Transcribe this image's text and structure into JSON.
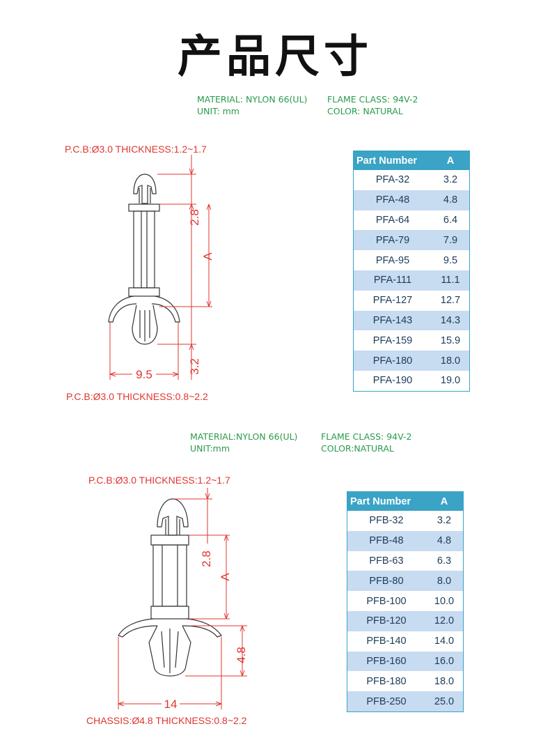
{
  "title": "产品尺寸",
  "section1": {
    "material": "MATERIAL: NYLON 66(UL)",
    "flame": "FLAME CLASS: 94V-2",
    "unit": "UNIT: mm",
    "color": "COLOR: NATURAL",
    "top_note": "P.C.B:Ø3.0  THICKNESS:1.2~1.7",
    "bottom_note": "P.C.B:Ø3.0  THICKNESS:0.8~2.2",
    "dims": {
      "top": "2.8",
      "middle": "A",
      "tip": "3.2",
      "width": "9.5"
    },
    "table": {
      "headers": [
        "Part Number",
        "A"
      ],
      "rows": [
        [
          "PFA-32",
          "3.2"
        ],
        [
          "PFA-48",
          "4.8"
        ],
        [
          "PFA-64",
          "6.4"
        ],
        [
          "PFA-79",
          "7.9"
        ],
        [
          "PFA-95",
          "9.5"
        ],
        [
          "PFA-111",
          "11.1"
        ],
        [
          "PFA-127",
          "12.7"
        ],
        [
          "PFA-143",
          "14.3"
        ],
        [
          "PFA-159",
          "15.9"
        ],
        [
          "PFA-180",
          "18.0"
        ],
        [
          "PFA-190",
          "19.0"
        ]
      ]
    }
  },
  "section2": {
    "material": "MATERIAL:NYLON 66(UL)",
    "flame": "FLAME CLASS: 94V-2",
    "unit": "UNIT:mm",
    "color": "COLOR:NATURAL",
    "top_note": "P.C.B:Ø3.0  THICKNESS:1.2~1.7",
    "bottom_note": "CHASSIS:Ø4.8   THICKNESS:0.8~2.2",
    "dims": {
      "top": "2.8",
      "middle": "A",
      "tip": "4.8",
      "width": "14"
    },
    "table": {
      "headers": [
        "Part Number",
        "A"
      ],
      "rows": [
        [
          "PFB-32",
          "3.2"
        ],
        [
          "PFB-48",
          "4.8"
        ],
        [
          "PFB-63",
          "6.3"
        ],
        [
          "PFB-80",
          "8.0"
        ],
        [
          "PFB-100",
          "10.0"
        ],
        [
          "PFB-120",
          "12.0"
        ],
        [
          "PFB-140",
          "14.0"
        ],
        [
          "PFB-160",
          "16.0"
        ],
        [
          "PFB-180",
          "18.0"
        ],
        [
          "PFB-250",
          "25.0"
        ]
      ]
    }
  },
  "colors": {
    "accent": "#3aa3c6",
    "row_alt": "#c7dbf1",
    "spec_green": "#2a9a4c",
    "dim_red": "#e0352f"
  }
}
